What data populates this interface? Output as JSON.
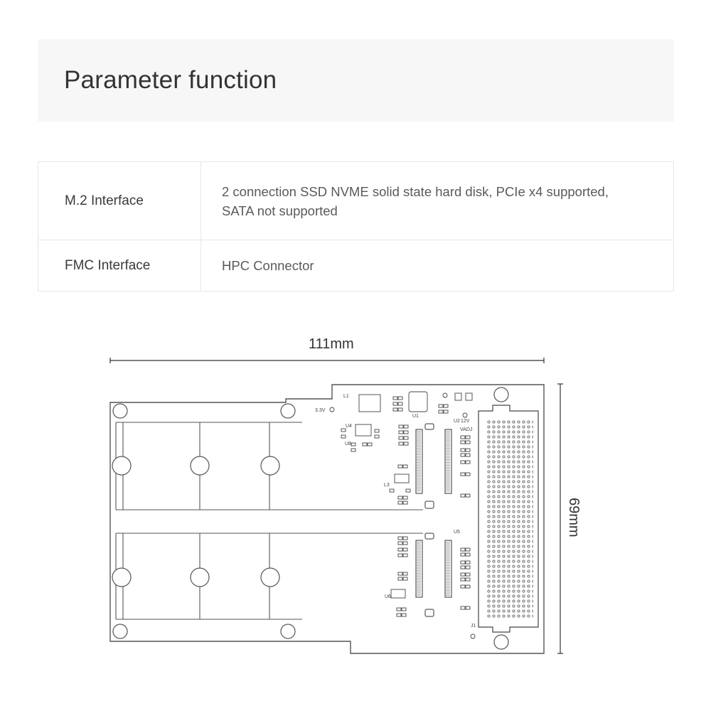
{
  "header": {
    "title": "Parameter function"
  },
  "spec_table": {
    "rows": [
      {
        "label": "M.2 Interface",
        "value_lines": [
          "2 connection SSD NVME solid state hard disk, PCIe x4 supported,",
          "SATA not supported"
        ]
      },
      {
        "label": "FMC Interface",
        "value_lines": [
          "HPC Connector"
        ]
      }
    ]
  },
  "drawing": {
    "width_label": "111mm",
    "height_label": "69mm",
    "board_labels": [
      "3.3V",
      "12V",
      "VADJ",
      "L1",
      "L3",
      "U1",
      "U2",
      "U4",
      "U5",
      "U6",
      "U8",
      "J1"
    ]
  }
}
